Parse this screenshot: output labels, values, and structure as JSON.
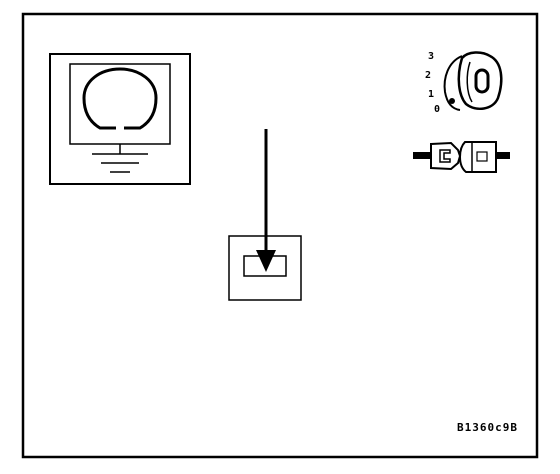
{
  "diagram": {
    "reference_code": "B1360c9B",
    "ignition_positions": [
      "3",
      "2",
      "1",
      "0"
    ]
  },
  "icons": {
    "ohmmeter": "ohm-symbol-icon",
    "ground": "ground-icon",
    "ignition_key": "ignition-key-icon",
    "connector": "disconnected-connector-icon",
    "arrow": "arrow-down-icon",
    "measure_point": "measurement-point-icon"
  },
  "colors": {
    "ink": "#000000",
    "paper": "#ffffff"
  }
}
